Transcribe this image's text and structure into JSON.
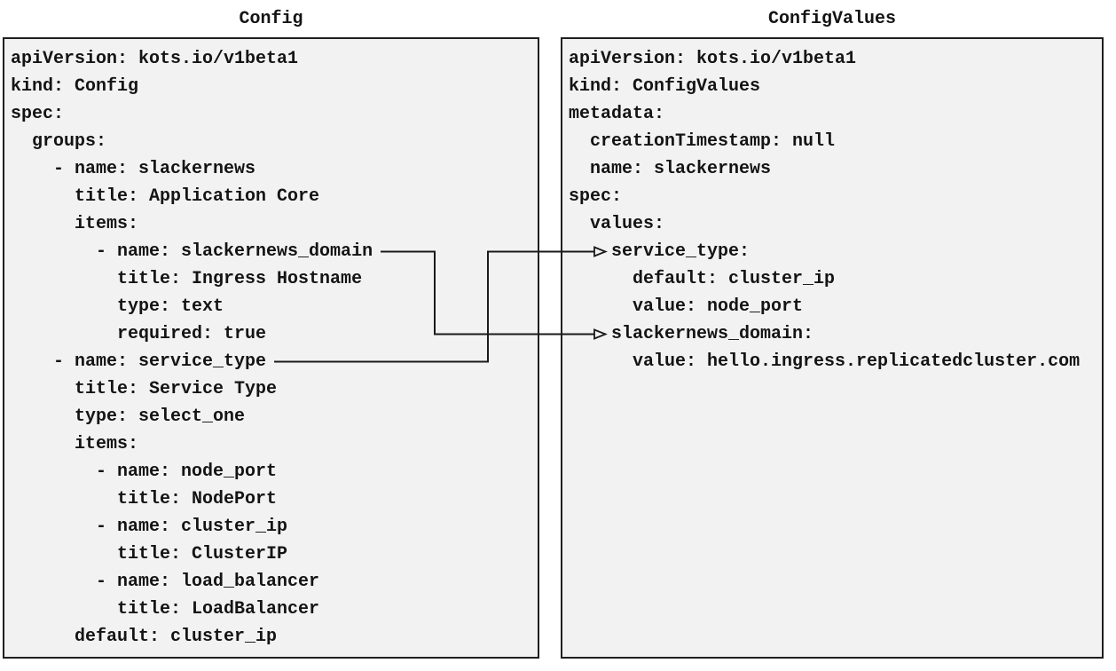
{
  "colors": {
    "page_background": "#ffffff",
    "box_background": "#f2f2f2",
    "box_border": "#1f1f1f",
    "text": "#141414",
    "arrow": "#1a1a1a"
  },
  "left_panel": {
    "title": "Config",
    "lines": [
      "apiVersion: kots.io/v1beta1",
      "kind: Config",
      "spec:",
      "  groups:",
      "    - name: slackernews",
      "      title: Application Core",
      "      items:",
      "        - name: slackernews_domain",
      "          title: Ingress Hostname",
      "          type: text",
      "          required: true",
      "    - name: service_type",
      "      title: Service Type",
      "      type: select_one",
      "      items:",
      "        - name: node_port",
      "          title: NodePort",
      "        - name: cluster_ip",
      "          title: ClusterIP",
      "        - name: load_balancer",
      "          title: LoadBalancer",
      "      default: cluster_ip"
    ]
  },
  "right_panel": {
    "title": "ConfigValues",
    "lines": [
      "apiVersion: kots.io/v1beta1",
      "kind: ConfigValues",
      "metadata:",
      "  creationTimestamp: null",
      "  name: slackernews",
      "spec:",
      "  values:",
      "    service_type:",
      "      default: cluster_ip",
      "      value: node_port",
      "    slackernews_domain:",
      "      value: hello.ingress.replicatedcluster.com"
    ]
  },
  "connections": [
    {
      "name": "slackernews-domain-mapping",
      "from_label": "name: slackernews_domain",
      "from_line_index": 7,
      "to_label": "slackernews_domain:",
      "to_line_index": 10
    },
    {
      "name": "service-type-mapping",
      "from_label": "name: service_type",
      "from_line_index": 11,
      "to_label": "service_type:",
      "to_line_index": 7
    }
  ]
}
